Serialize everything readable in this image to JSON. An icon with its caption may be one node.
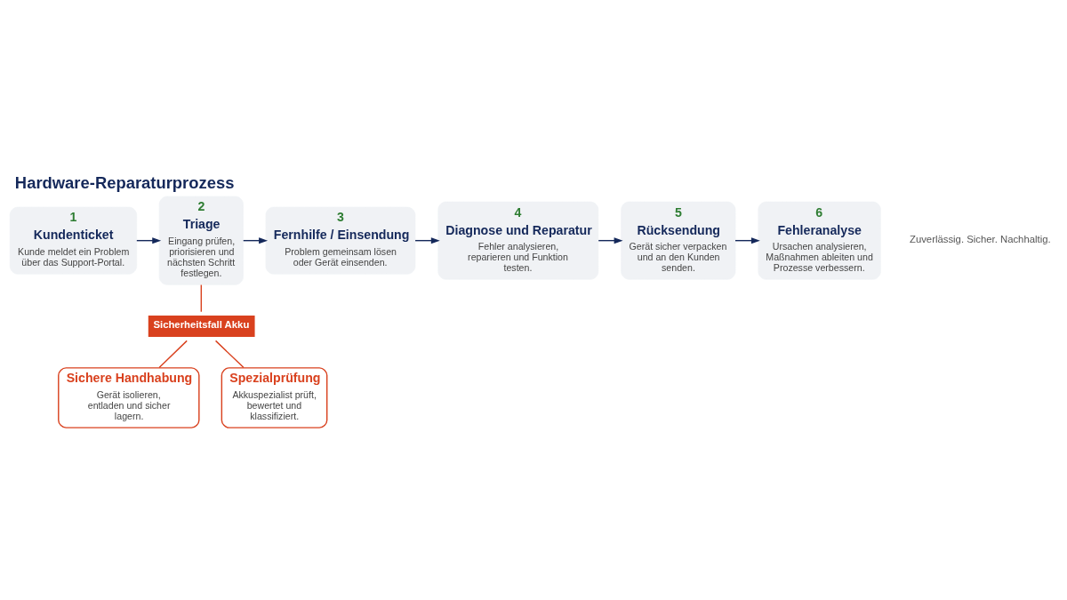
{
  "diagram": {
    "title": "Hardware-Reparaturprozess",
    "nodes": [
      {
        "text": [
          "1",
          "Kundenticket",
          "Kunde meldet ein Problem über das Support-Portal."
        ]
      },
      {
        "text": [
          "2",
          "Triage",
          "Eingang prüfen, priorisieren und nächsten Schritt festlegen."
        ]
      },
      {
        "text": [
          "3",
          "Fernhilfe / Einsendung",
          "Problem gemeinsam lösen oder Gerät einsenden."
        ]
      },
      {
        "text": [
          "4",
          "Diagnose und Reparatur",
          "Fehler analysieren, reparieren und Funktion testen."
        ]
      },
      {
        "text": [
          "5",
          "Rücksendung",
          "Gerät sicher verpacken und an den Kunden senden."
        ]
      },
      {
        "text": [
          "6",
          "Fehleranalyse",
          "Ursachen analysieren, Maßnahmen ableiten und Prozesse verbessern."
        ]
      },
      {
        "text": [
          "Sicherheitsfall Akku"
        ]
      },
      {
        "text": [
          "Sichere Handhabung",
          "Gerät isolieren, entladen und sicher lagern."
        ]
      },
      {
        "text": [
          "Spezialprüfung",
          "Akkuspezialist prüft, bewertet und klassifiziert."
        ]
      }
    ],
    "edges": [
      {
        "from": 0,
        "to": 1,
        "arrow": "to"
      },
      {
        "from": 1,
        "to": 2,
        "arrow": "to"
      },
      {
        "from": 2,
        "to": 3,
        "arrow": "to"
      },
      {
        "from": 3,
        "to": 4,
        "arrow": "to"
      },
      {
        "from": 4,
        "to": 5,
        "arrow": "to"
      },
      {
        "from": 1,
        "to": 6,
        "arrow": "none",
        "color": "#d9411e"
      },
      {
        "from": 6,
        "to": 7,
        "arrow": "none",
        "color": "#d9411e"
      },
      {
        "from": 6,
        "to": 8,
        "arrow": "none",
        "color": "#d9411e"
      }
    ],
    "labels": [
      "Zuverlässig. Sicher. Nachhaltig."
    ]
  }
}
